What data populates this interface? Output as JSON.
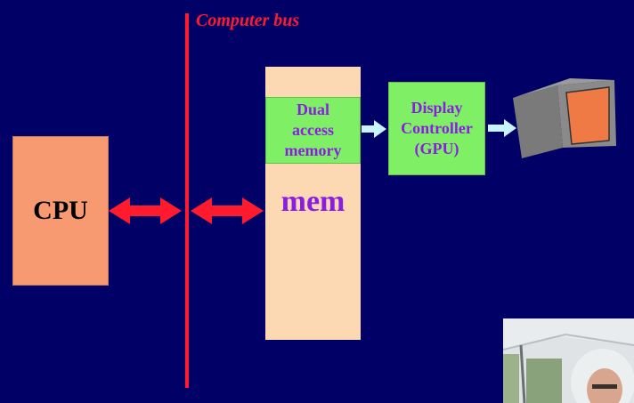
{
  "bus": {
    "label": "Computer bus"
  },
  "cpu": {
    "label": "CPU"
  },
  "memory": {
    "label": "mem"
  },
  "dual_memory": {
    "lines": [
      "Dual",
      "access",
      "memory"
    ]
  },
  "display_controller": {
    "lines": [
      "Display",
      "Controller",
      "(GPU)"
    ]
  },
  "colors": {
    "background": "#000066",
    "bus": "#ff1a2e",
    "cpu": "#f79a72",
    "memory": "#fcd9b3",
    "controller": "#7ff066",
    "text_purple": "#8a1ee0",
    "arrow_red": "#ff1a2e",
    "arrow_light": "#c8f4ff",
    "monitor_screen": "#f07a45"
  },
  "icons": [
    "monitor-icon"
  ]
}
